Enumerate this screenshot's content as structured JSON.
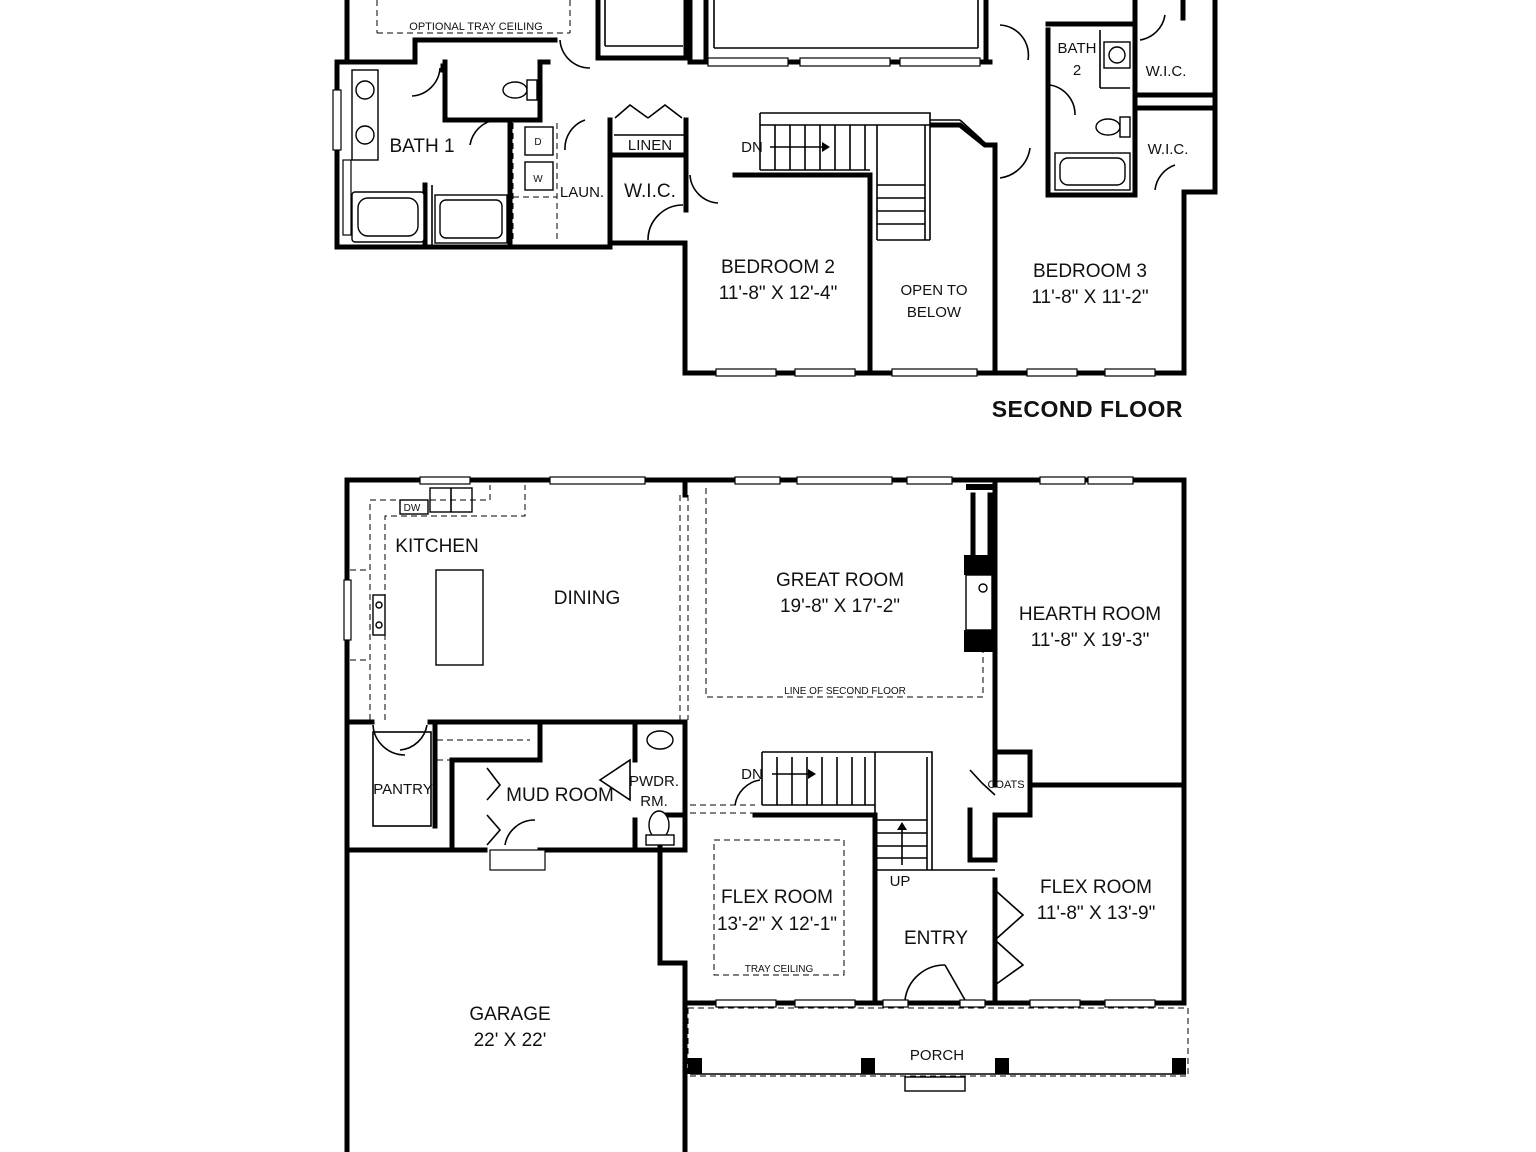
{
  "second_floor": {
    "title": "SECOND FLOOR",
    "rooms": {
      "optional_tray_ceiling": "OPTIONAL TRAY CEILING",
      "bath1": "BATH 1",
      "bath2_line1": "BATH",
      "bath2_line2": "2",
      "wic_a": "W.I.C.",
      "wic_b": "W.I.C.",
      "wic_c": "W.I.C.",
      "laundry": "LAUN.",
      "dryer": "D",
      "washer": "W",
      "linen": "LINEN",
      "stair_dn": "DN",
      "bedroom2_name": "BEDROOM 2",
      "bedroom2_dim": "11'-8\" X 12'-4\"",
      "open_line1": "OPEN TO",
      "open_line2": "BELOW",
      "bedroom3_name": "BEDROOM 3",
      "bedroom3_dim": "11'-8\" X 11'-2\""
    }
  },
  "first_floor": {
    "rooms": {
      "dw": "DW",
      "kitchen": "KITCHEN",
      "dining": "DINING",
      "great_name": "GREAT ROOM",
      "great_dim": "19'-8\" X 17'-2\"",
      "line_second_floor": "LINE OF SECOND FLOOR",
      "hearth_name": "HEARTH ROOM",
      "hearth_dim": "11'-8\" X 19'-3\"",
      "pantry": "PANTRY",
      "mud_room": "MUD ROOM",
      "pwdr_line1": "PWDR.",
      "pwdr_line2": "RM.",
      "stair_dn": "DN",
      "coats": "COATS",
      "flex_left_name": "FLEX ROOM",
      "flex_left_dim": "13'-2\" X 12'-1\"",
      "tray_ceiling": "TRAY CEILING",
      "stair_up": "UP",
      "entry": "ENTRY",
      "flex_right_name": "FLEX ROOM",
      "flex_right_dim": "11'-8\" X 13'-9\"",
      "garage_name": "GARAGE",
      "garage_dim": "22' X 22'",
      "porch": "PORCH"
    }
  }
}
